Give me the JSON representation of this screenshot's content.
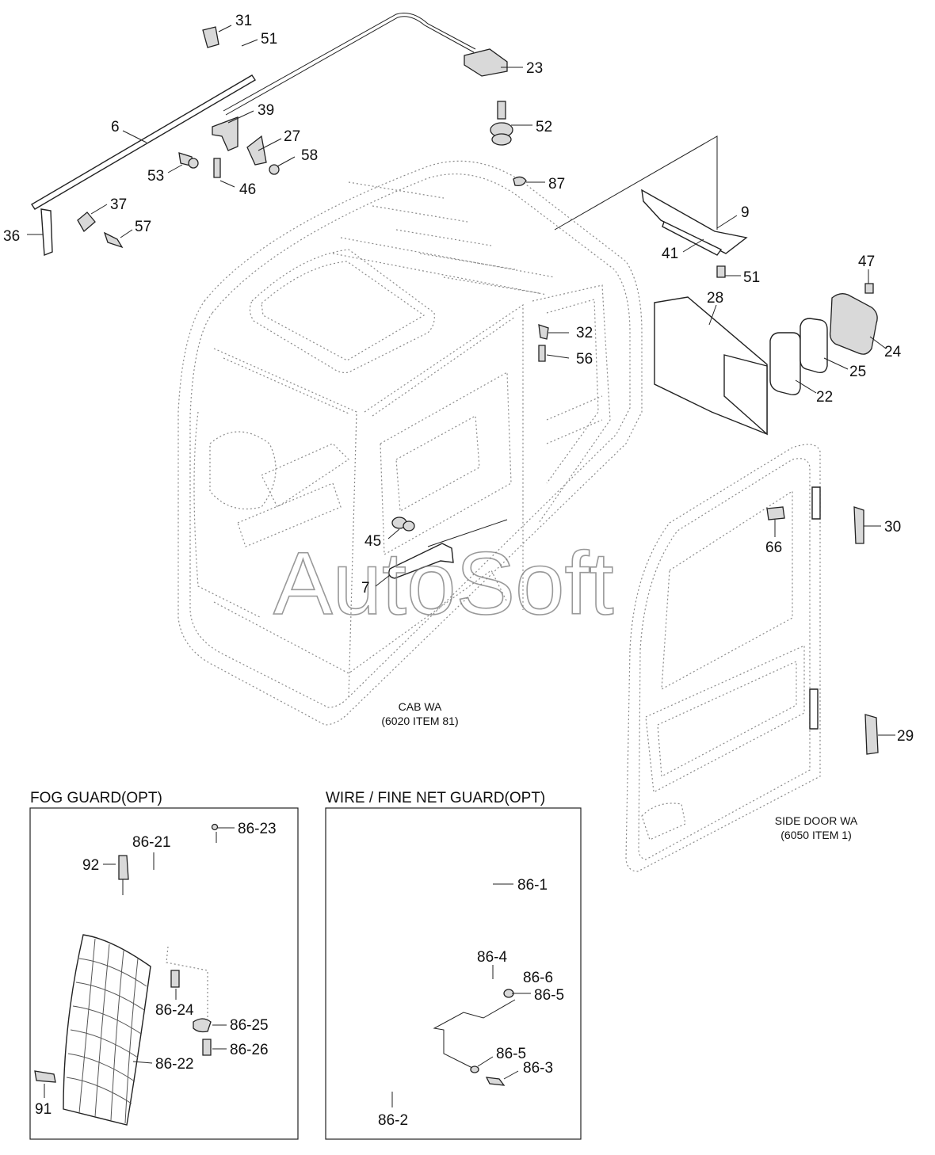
{
  "watermark": "AutoSoft",
  "cab": {
    "caption_line1": "CAB WA",
    "caption_line2": "(6020 ITEM 81)"
  },
  "side_door": {
    "caption_line1": "SIDE DOOR WA",
    "caption_line2": "(6050 ITEM 1)"
  },
  "fog_guard": {
    "title": "FOG GUARD(OPT)",
    "labels": {
      "p86_23": "86-23",
      "p86_21": "86-21",
      "p92": "92",
      "p86_24": "86-24",
      "p86_25": "86-25",
      "p86_26": "86-26",
      "p86_22": "86-22",
      "p91": "91"
    }
  },
  "wire_guard": {
    "title": "WIRE / FINE NET GUARD(OPT)",
    "labels": {
      "p86_1": "86-1",
      "p86_4": "86-4",
      "p86_6": "86-6",
      "p86_5a": "86-5",
      "p86_5b": "86-5",
      "p86_3": "86-3",
      "p86_2": "86-2"
    }
  },
  "labels": {
    "p31": "31",
    "p51a": "51",
    "p23": "23",
    "p52": "52",
    "p39": "39",
    "p6": "6",
    "p27": "27",
    "p58": "58",
    "p53": "53",
    "p46": "46",
    "p87": "87",
    "p37": "37",
    "p57": "57",
    "p36": "36",
    "p9": "9",
    "p41": "41",
    "p51b": "51",
    "p47": "47",
    "p28": "28",
    "p32": "32",
    "p56": "56",
    "p24": "24",
    "p25": "25",
    "p22": "22",
    "p30": "30",
    "p66": "66",
    "p45": "45",
    "p7": "7",
    "p29": "29"
  }
}
